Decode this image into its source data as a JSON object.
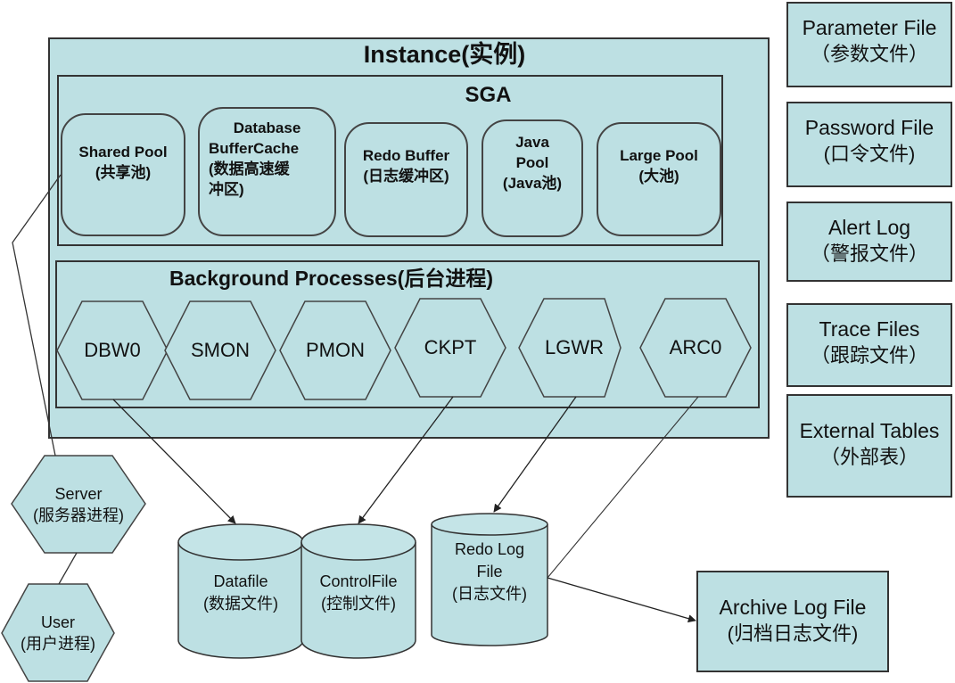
{
  "instance": {
    "title": "Instance(实例)",
    "sga": {
      "title": "SGA",
      "pools": [
        {
          "lines": [
            "Shared Pool",
            "(共享池)"
          ]
        },
        {
          "lines": [
            "Database",
            "BufferCache",
            "(数据高速缓",
            "冲区)"
          ]
        },
        {
          "lines": [
            "Redo Buffer",
            "(日志缓冲区)"
          ]
        },
        {
          "lines": [
            "Java",
            "Pool",
            "(Java池)"
          ]
        },
        {
          "lines": [
            "Large Pool",
            "(大池)"
          ]
        }
      ]
    },
    "background": {
      "title": "Background Processes(后台进程)",
      "processes": [
        "DBW0",
        "SMON",
        "PMON",
        "CKPT",
        "LGWR",
        "ARC0"
      ]
    }
  },
  "side_files": [
    {
      "en": "Parameter File",
      "cn": "（参数文件）"
    },
    {
      "en": "Password File",
      "cn": "(口令文件)"
    },
    {
      "en": "Alert Log",
      "cn": "（警报文件）"
    },
    {
      "en": "Trace Files",
      "cn": "（跟踪文件）"
    },
    {
      "en": "External Tables",
      "cn": "（外部表）"
    }
  ],
  "client": {
    "server": {
      "lines": [
        "Server",
        "(服务器进程)"
      ]
    },
    "user": {
      "lines": [
        "User",
        "(用户进程)"
      ]
    }
  },
  "disk_files": [
    {
      "lines": [
        "Datafile",
        "(数据文件)"
      ]
    },
    {
      "lines": [
        "ControlFile",
        "(控制文件)"
      ]
    },
    {
      "lines": [
        "Redo Log",
        "File",
        "(日志文件)"
      ]
    }
  ],
  "archive": {
    "en": "Archive Log File",
    "cn": "(归档日志文件)"
  },
  "colors": {
    "fill": "#bde0e3",
    "stroke": "#333333"
  }
}
